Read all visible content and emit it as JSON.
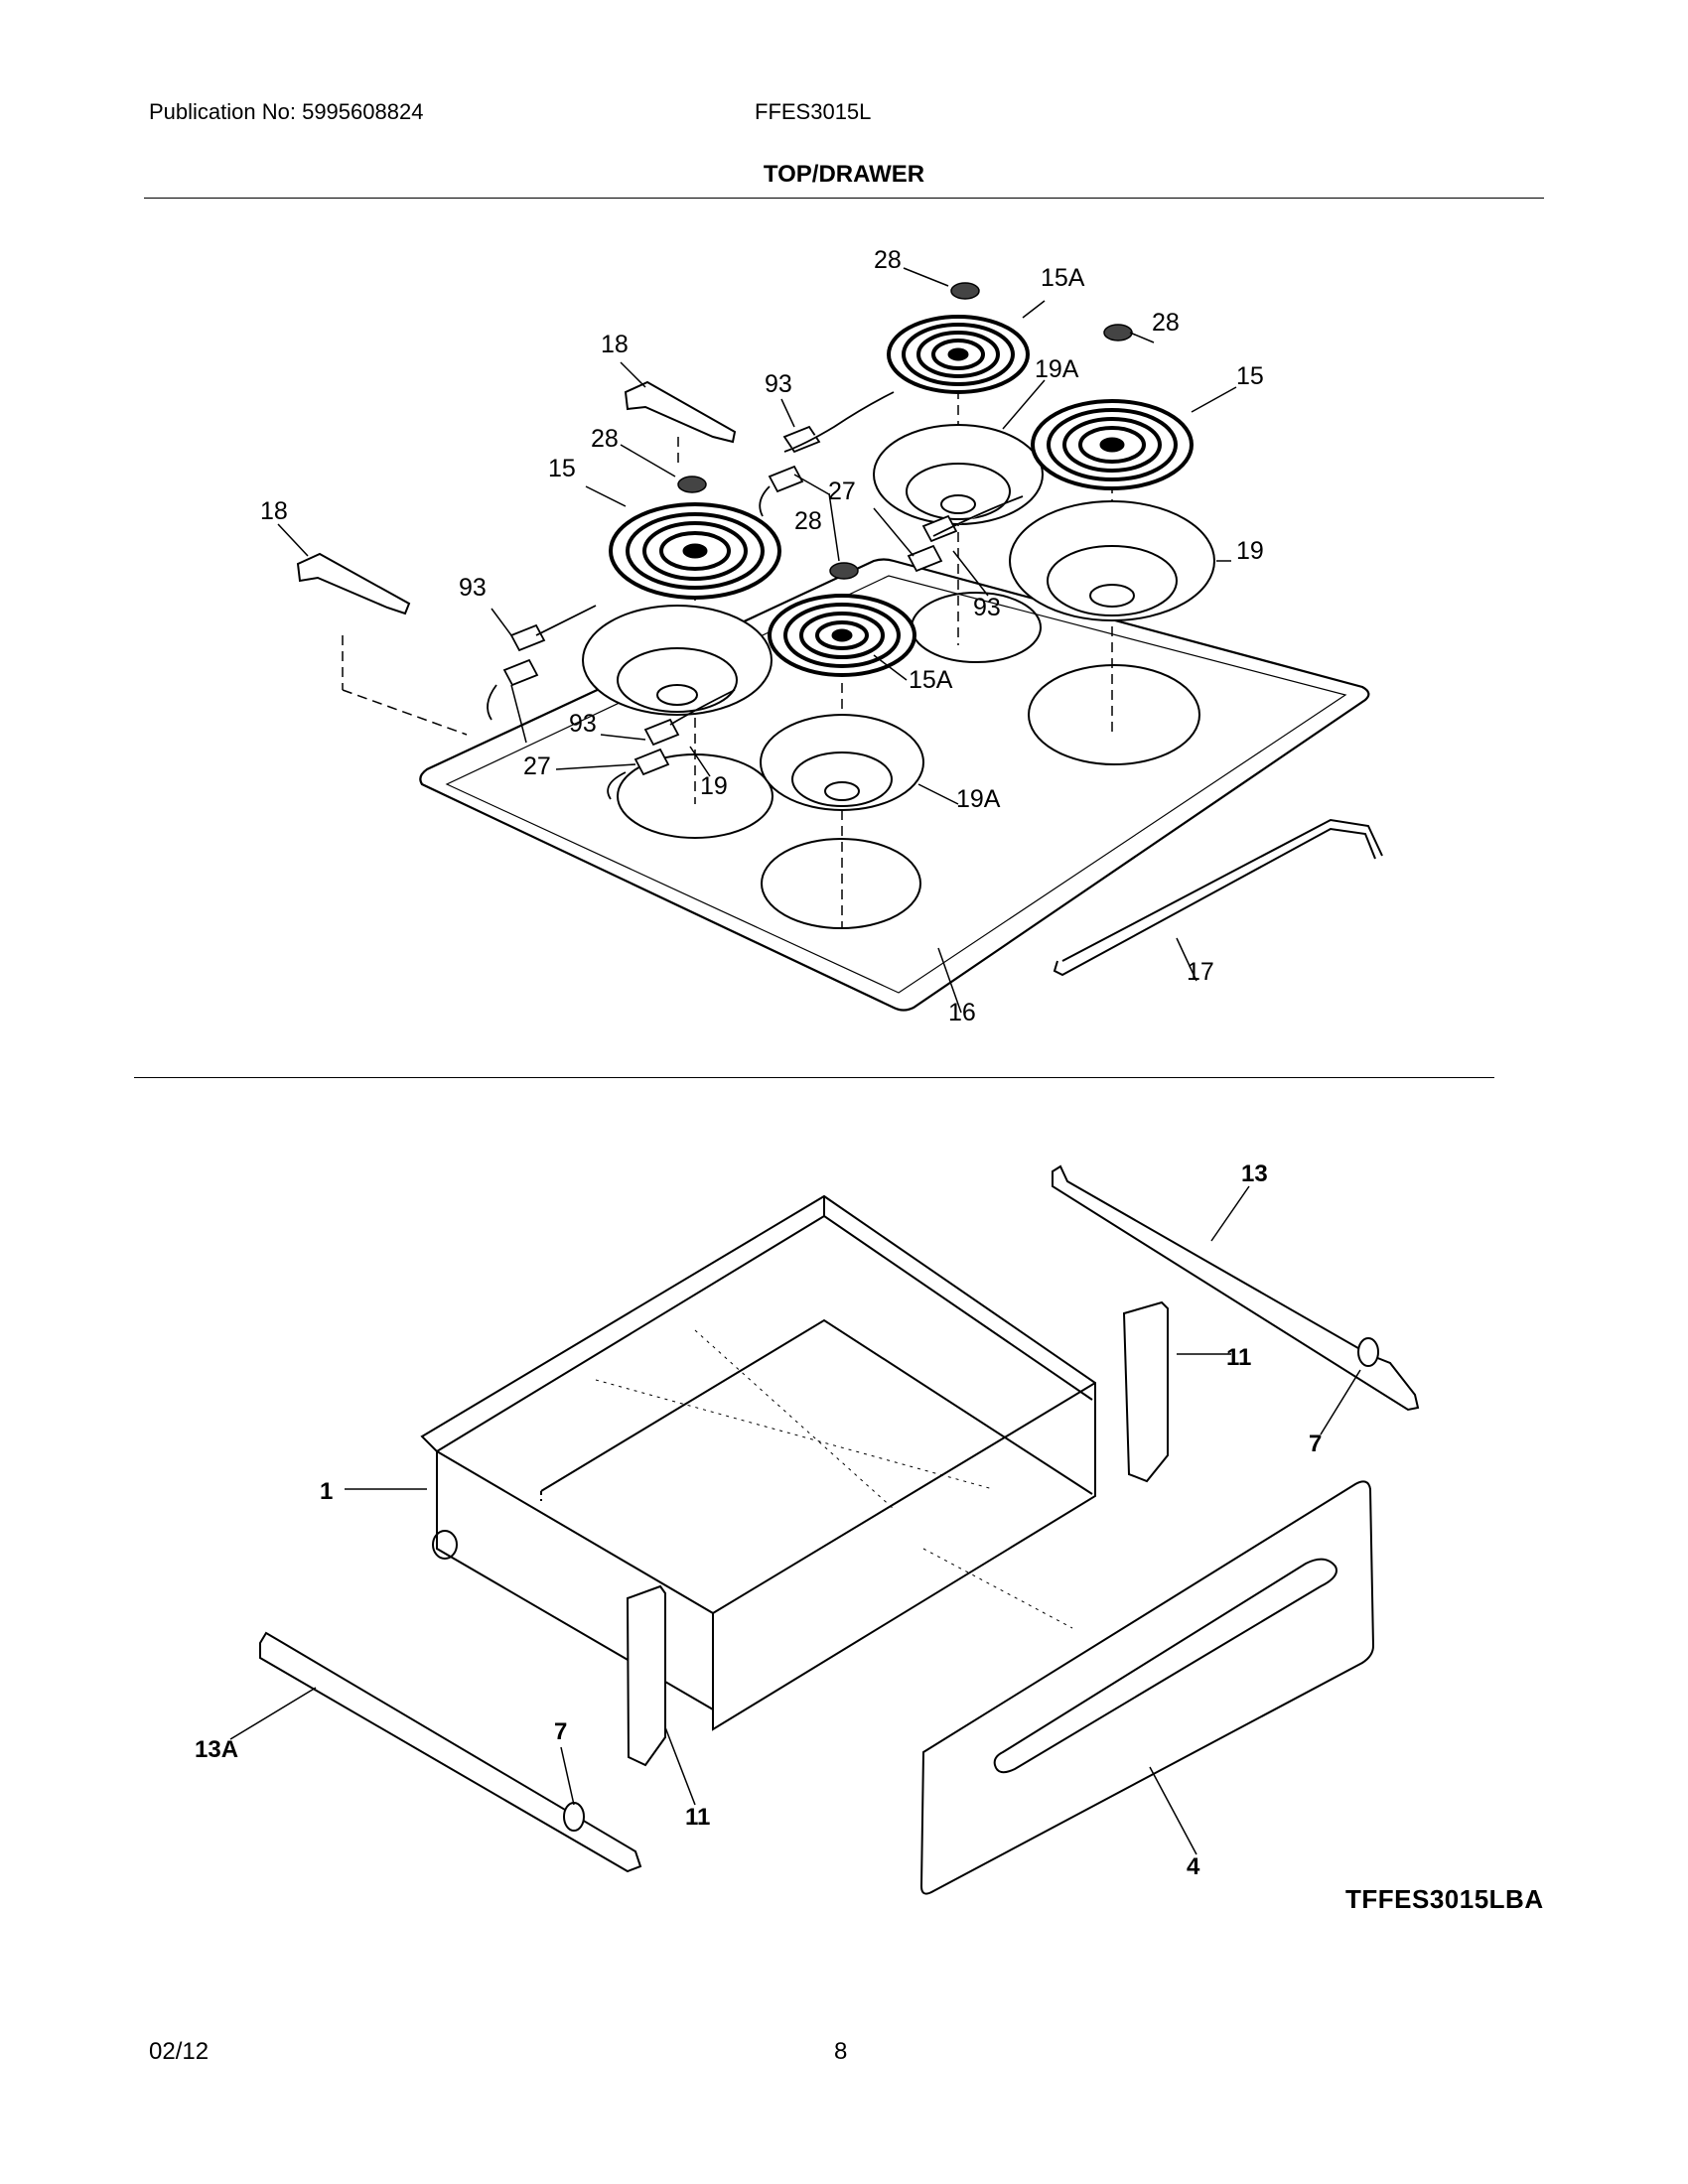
{
  "header": {
    "publication": "Publication No: 5995608824",
    "model": "FFES3015L",
    "section_title": "TOP/DRAWER"
  },
  "top_diagram": {
    "callouts": {
      "c28a": "28",
      "c15a_top": "15A",
      "c28b": "28",
      "c15_right": "15",
      "c18_upper": "18",
      "c93_upper": "93",
      "c19a_upper": "19A",
      "c28c": "28",
      "c15_left": "15",
      "c27_upper": "27",
      "c28d": "28",
      "c18_lower": "18",
      "c19_right": "19",
      "c93_left": "93",
      "c93_right": "93",
      "c15a_front": "15A",
      "c93_front": "93",
      "c27_lower": "27",
      "c19_front": "19",
      "c19a_front": "19A",
      "c17": "17",
      "c16": "16"
    }
  },
  "bottom_diagram": {
    "callouts": {
      "c13": "13",
      "c11_right": "11",
      "c7_right": "7",
      "c1": "1",
      "c13a": "13A",
      "c7_left": "7",
      "c11_left": "11",
      "c4": "4"
    },
    "image_code": "TFFES3015LBA"
  },
  "footer": {
    "date": "02/12",
    "page_number": "8"
  }
}
